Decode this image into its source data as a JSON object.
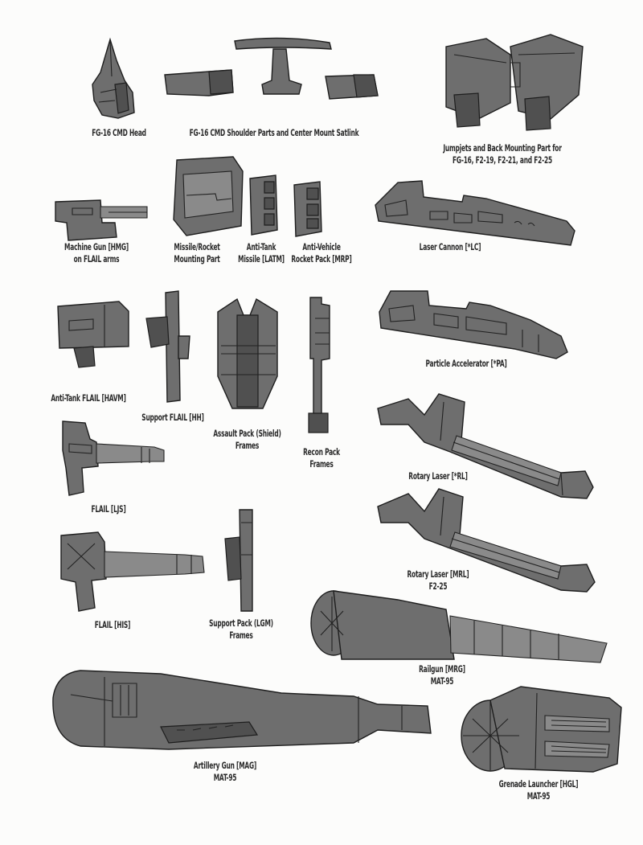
{
  "page": {
    "background": "#fcfcfb",
    "part_color": "#6e6e6e",
    "caption_color": "#2a2a2a"
  },
  "parts": [
    {
      "id": "fg16-head",
      "lines": [
        "FG-16 CMD Head"
      ]
    },
    {
      "id": "fg16-shoulder",
      "lines": [
        "FG-16 CMD Shoulder Parts and Center Mount Satlink"
      ]
    },
    {
      "id": "jumpjets",
      "lines": [
        "Jumpjets and Back Mounting Part for",
        "FG-16, F2-19, F2-21, and F2-25"
      ]
    },
    {
      "id": "machine-gun",
      "lines": [
        "Machine Gun [HMG]",
        "on FLAIL arms"
      ]
    },
    {
      "id": "missile-mount",
      "lines": [
        "Missile/Rocket",
        "Mounting Part"
      ]
    },
    {
      "id": "anti-tank-missile",
      "lines": [
        "Anti-Tank",
        "Missile [LATM]"
      ]
    },
    {
      "id": "anti-vehicle-rocket",
      "lines": [
        "Anti-Vehicle",
        "Rocket Pack [MRP]"
      ]
    },
    {
      "id": "laser-cannon",
      "lines": [
        "Laser Cannon [*LC]"
      ]
    },
    {
      "id": "anti-tank-flail",
      "lines": [
        "Anti-Tank FLAIL [HAVM]"
      ]
    },
    {
      "id": "support-flail",
      "lines": [
        "Support FLAIL [HH]"
      ]
    },
    {
      "id": "assault-pack",
      "lines": [
        "Assault Pack (Shield)",
        "Frames"
      ]
    },
    {
      "id": "recon-pack",
      "lines": [
        "Recon Pack",
        "Frames"
      ]
    },
    {
      "id": "particle-accelerator",
      "lines": [
        "Particle Accelerator [*PA]"
      ]
    },
    {
      "id": "flail-ljs",
      "lines": [
        "FLAIL [LJS]"
      ]
    },
    {
      "id": "rotary-laser-rl",
      "lines": [
        "Rotary Laser [*RL]"
      ]
    },
    {
      "id": "flail-his",
      "lines": [
        "FLAIL [HIS]"
      ]
    },
    {
      "id": "support-pack",
      "lines": [
        "Support Pack (LGM)",
        "Frames"
      ]
    },
    {
      "id": "rotary-laser-mrl",
      "lines": [
        "Rotary Laser [MRL]",
        "F2-25"
      ]
    },
    {
      "id": "railgun",
      "lines": [
        "Railgun [MRG]",
        "MAT-95"
      ]
    },
    {
      "id": "artillery-gun",
      "lines": [
        "Artillery Gun [MAG]",
        "MAT-95"
      ]
    },
    {
      "id": "grenade-launcher",
      "lines": [
        "Grenade Launcher [HGL]",
        "MAT-95"
      ]
    }
  ]
}
